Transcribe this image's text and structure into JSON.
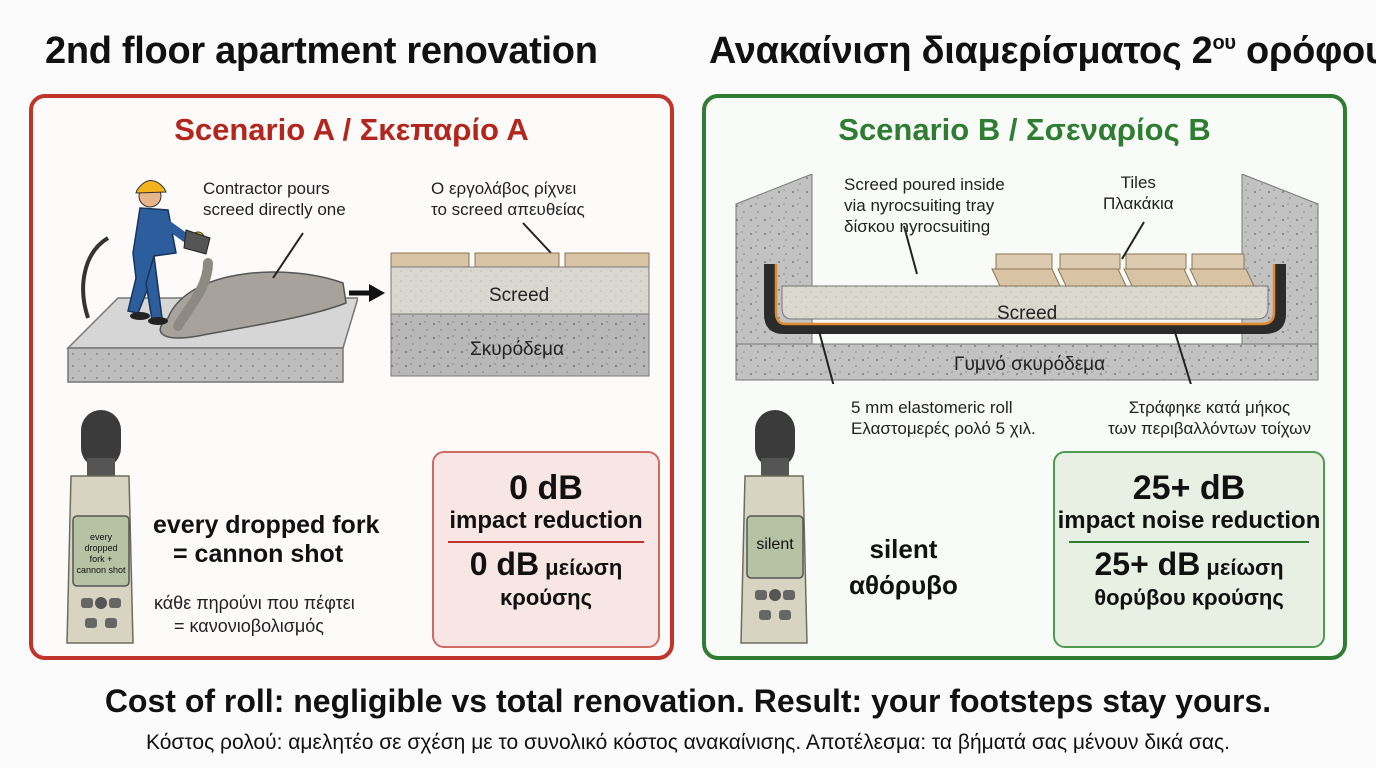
{
  "title_en": "2nd floor apartment renovation",
  "title_gr_main": "Ανακαίνιση διαμερίσματος 2",
  "title_gr_sup": "ου",
  "title_gr_tail": " ορόφου",
  "scenario_a": {
    "heading": "Scenario A / Σκεπαρίο Α",
    "caption_en_1": "Contractor pours",
    "caption_en_2": "screed directly one",
    "caption_gr_1": "Ο εργολάβος ρίχνει",
    "caption_gr_2": "το screed απευθείας",
    "layer_screed": "Screed",
    "layer_concrete": "Σκυρόδεμα",
    "meter_text_1": "every dropped",
    "meter_text_2": "fork +",
    "meter_text_3": "cannon shot",
    "note_en_1": "every dropped fork",
    "note_en_2": "= cannon shot",
    "note_gr_1": "κάθε πηρούνι που πέφτει",
    "note_gr_2": "= κανονιοβολισμός",
    "result_big": "0 dB",
    "result_mid": "impact reduction",
    "result_gr_1a": "0 dB",
    "result_gr_1b": " μείωση",
    "result_gr_2": "κρούσης"
  },
  "scenario_b": {
    "heading": "Scenario B / Σσεναρίος Β",
    "caption_1": "Screed poured inside",
    "caption_2": "via nyrocsuiting tray",
    "caption_3": "δίσκου nyrocsuiting",
    "tiles_en": "Tiles",
    "tiles_gr": "Πλακάκια",
    "layer_screed": "Screed",
    "layer_concrete": "Γυμνό σκυρόδεμα",
    "roll_en": "5 mm elastomeric roll",
    "roll_gr": "Ελαστομερές ρολό 5 χιλ.",
    "wall_1": "Στράφηκε κατά μήκος",
    "wall_2": "των περιβαλλόντων τοίχων",
    "meter_text": "silent",
    "note_en": "silent",
    "note_gr": "αθόρυβο",
    "result_big": "25+ dB",
    "result_mid": "impact noise reduction",
    "result_gr_1a": "25+ dB",
    "result_gr_1b": " μείωση",
    "result_gr_2": "θορύβου κρούσης"
  },
  "footer_en": "Cost of roll: negligible vs total renovation. Result: your footsteps stay yours.",
  "footer_gr": "Κόστος ρολού: αμελητέο σε σχέση με το συνολικό κόστος ανακαίνισης. Αποτέλεσμα: τα βήματά σας μένουν δικά σας.",
  "colors": {
    "scenario_a": "#c0342b",
    "scenario_b": "#2e7d32"
  }
}
